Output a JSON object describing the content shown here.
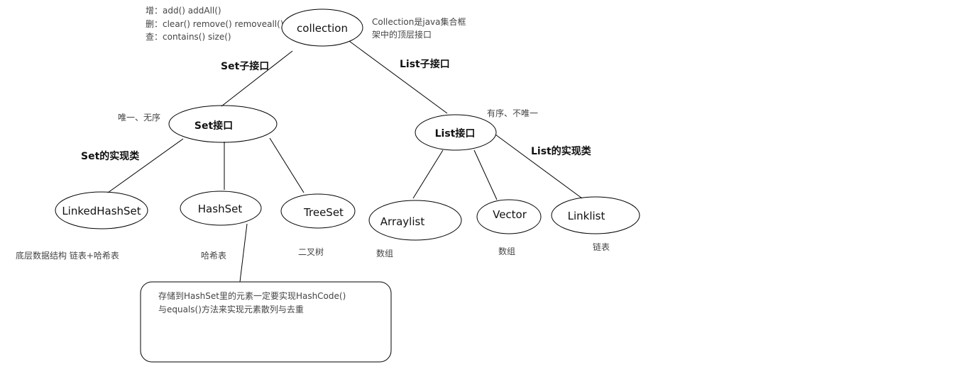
{
  "top_notes": {
    "add": "增：add() addAll()",
    "delete": "删：clear() remove() removeall()",
    "query": "查：contains() size()"
  },
  "collection_note": {
    "line1": "Collection是java集合框",
    "line2": "架中的顶层接口"
  },
  "nodes": {
    "collection": "collection",
    "set_interface": "Set接口",
    "list_interface": "List接口",
    "linked_hash_set": "LinkedHashSet",
    "hash_set": "HashSet",
    "tree_set": "TreeSet",
    "array_list": "Arraylist",
    "vector": "Vector",
    "link_list": "Linklist"
  },
  "edge_labels": {
    "set_sub": "Set子接口",
    "list_sub": "List子接口",
    "set_impl": "Set的实现类",
    "list_impl": "List的实现类"
  },
  "traits": {
    "set": "唯一、无序",
    "list": "有序、不唯一"
  },
  "structures": {
    "linked_hash_set": "底层数据结构   链表+哈希表",
    "hash_set": "哈希表",
    "tree_set": "二叉树",
    "array_list": "数组",
    "vector": "数组",
    "link_list": "链表"
  },
  "hashset_box": {
    "line1": "存储到HashSet里的元素一定要实现HashCode()",
    "line2": "与equals()方法来实现元素散列与去重"
  }
}
